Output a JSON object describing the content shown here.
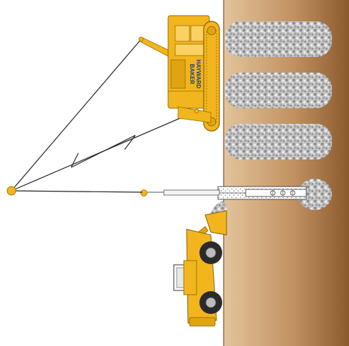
{
  "crane": {
    "brand_line1": "HAYWARD",
    "brand_line2": "BAKER"
  },
  "colors": {
    "equipment_yellow": "#F2B51E",
    "equipment_dark": "#C98F0A",
    "soil_light": "#D8B48A",
    "soil_dark": "#8A5A2C",
    "stone_gray": "#B9B9B9",
    "line": "#222222"
  },
  "stone_columns": [
    {
      "label": "completed-column-1"
    },
    {
      "label": "completed-column-2"
    },
    {
      "label": "completed-column-3"
    },
    {
      "label": "column-under-construction"
    }
  ]
}
